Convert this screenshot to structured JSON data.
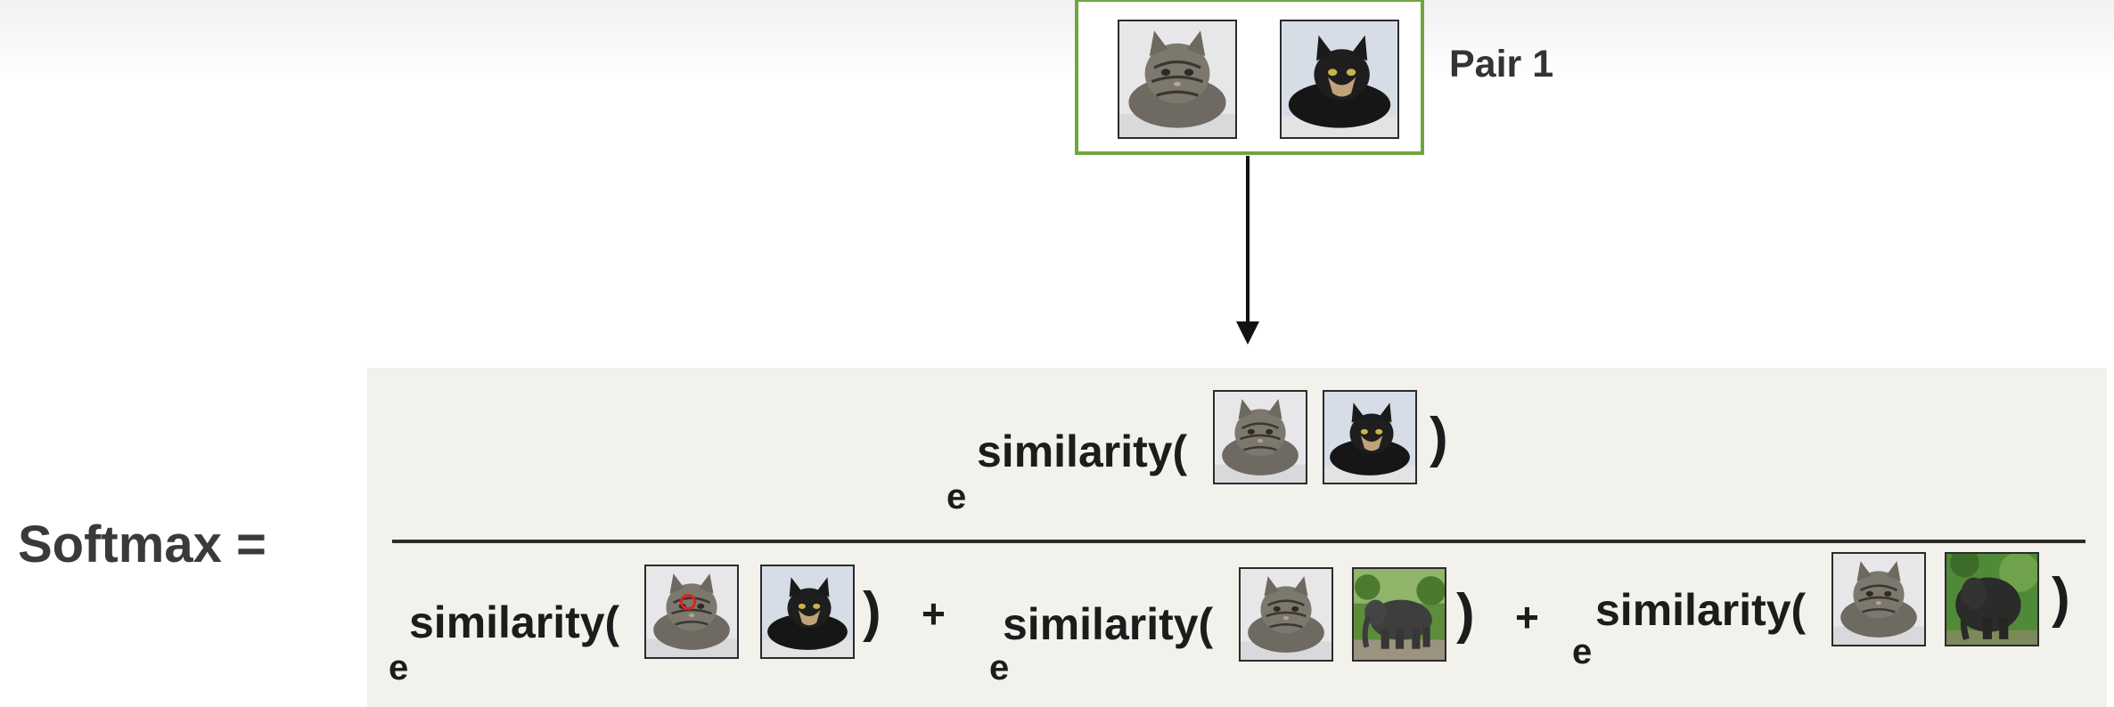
{
  "pair_box": {
    "label": "Pair 1",
    "border_color": "#6fa63e"
  },
  "images": {
    "tabby_cat": "tabby-cat-photo",
    "black_cat": "black-white-cat-photo",
    "elephant_a": "elephant-photo",
    "elephant_b": "elephant-photo"
  },
  "formula": {
    "lhs": "Softmax =",
    "base": "e",
    "exponent_func": "similarity(",
    "close_paren": ")",
    "plus": "+",
    "numerator": {
      "term": {
        "images": [
          "tabby-cat-photo",
          "black-white-cat-photo"
        ]
      }
    },
    "denominator": {
      "terms": [
        {
          "images": [
            "tabby-cat-photo",
            "black-white-cat-photo"
          ]
        },
        {
          "images": [
            "tabby-cat-photo",
            "elephant-photo"
          ]
        },
        {
          "images": [
            "tabby-cat-photo",
            "elephant-photo"
          ]
        }
      ]
    }
  },
  "colors": {
    "panel_background": "#f2f1ec",
    "accent_green": "#6fa63e",
    "text_dark": "#1c1c1c"
  }
}
